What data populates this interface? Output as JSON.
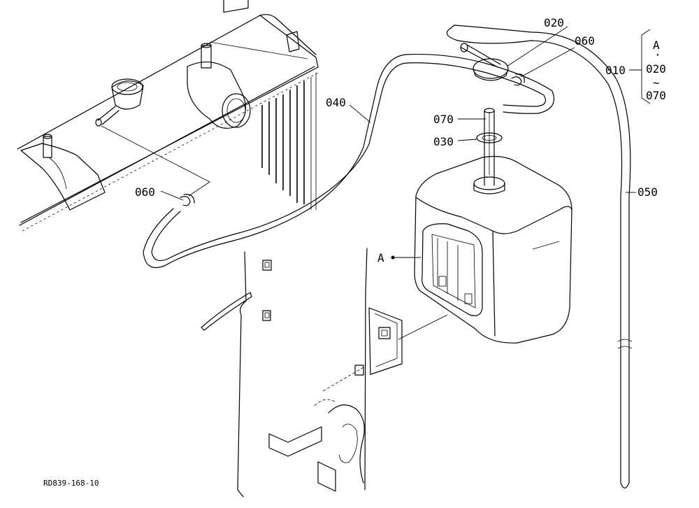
{
  "callouts": {
    "p010": "010",
    "p020": "020",
    "p030": "030",
    "p040": "040",
    "p050": "050",
    "p060_top": "060",
    "p060_left": "060",
    "p070": "070",
    "view_a": "A"
  },
  "kit_bracket": {
    "top": "A",
    "dot": "·",
    "mid": "020",
    "tilde": "~",
    "bottom": "070"
  },
  "drawing_ref": "RD839-168-10"
}
